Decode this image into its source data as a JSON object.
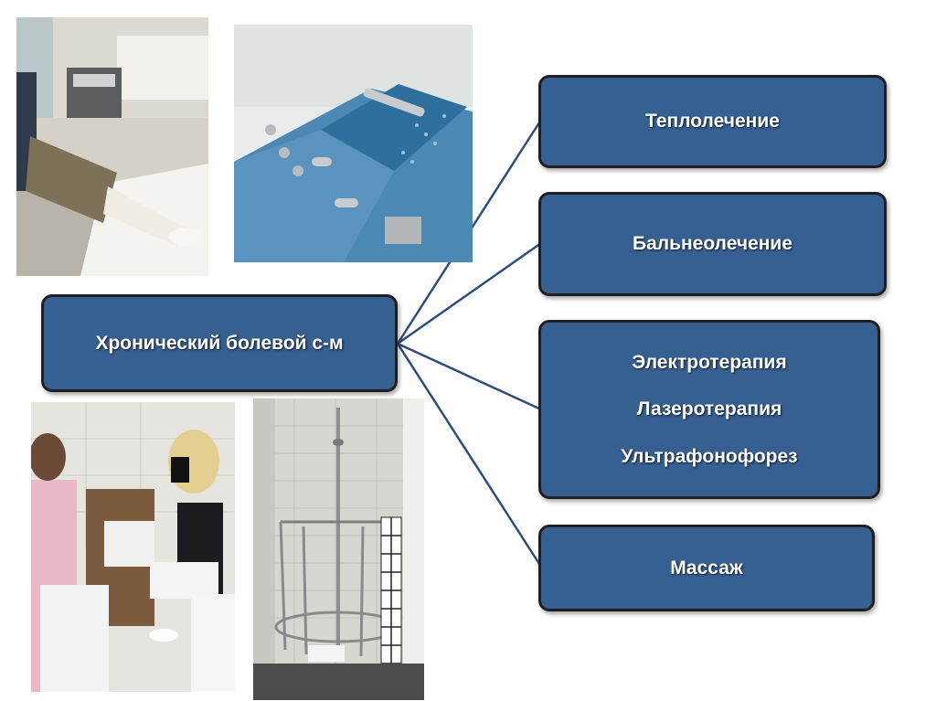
{
  "central_node": {
    "label": "Хронический болевой с-м"
  },
  "branches": [
    {
      "lines": [
        "Теплолечение"
      ]
    },
    {
      "lines": [
        "Бальнеолечение"
      ]
    },
    {
      "lines": [
        "Электротерапия",
        "Лазеротерапия",
        "Ультрафонофорез"
      ]
    },
    {
      "lines": [
        "Массаж"
      ]
    }
  ],
  "colors": {
    "box_fill": "#376092",
    "box_border": "#1f1f1f",
    "connector": "#2e4d7b",
    "text": "#ffffff"
  },
  "photos": [
    {
      "subject": "patient-leg-heat-wrap-photo"
    },
    {
      "subject": "blue-hydrotherapy-bath-photo"
    },
    {
      "subject": "electrotherapy-session-photo"
    },
    {
      "subject": "circular-shower-photo"
    }
  ]
}
